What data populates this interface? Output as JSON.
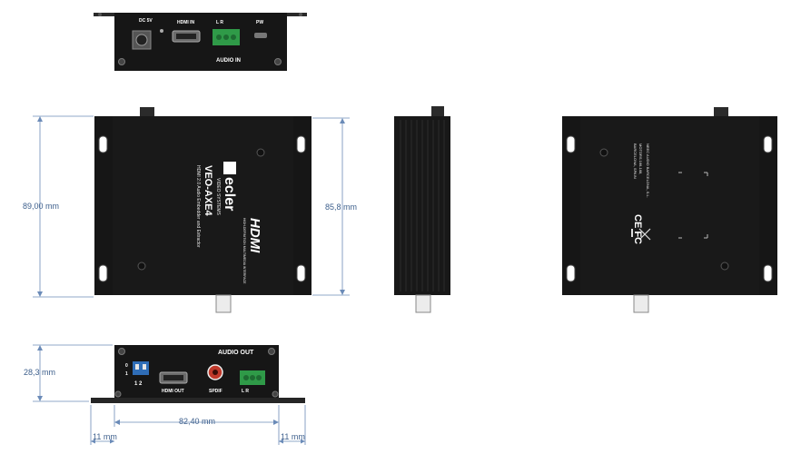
{
  "dimensions": {
    "height_left": "89,00 mm",
    "height_right": "85,8 mm",
    "depth": "28,3 mm",
    "width": "82,40 mm",
    "flange_left": "11 mm",
    "flange_right": "11 mm"
  },
  "top_panel": {
    "dc_label": "DC 5V",
    "hdmi_in_label": "HDMI IN",
    "audio_lr": "L  R",
    "pw_label": "PW",
    "audio_in_label": "AUDIO IN"
  },
  "front": {
    "brand": "ecler",
    "brand_sub": "VIDEO SYSTEMS",
    "model": "VEO-AXE4",
    "description": "HDMI 2.0 Audio Embedder and Extractor",
    "hdmi_logo": "HDMI",
    "hdmi_sub": "HIGH-DEFINITION MULTIMEDIA INTERFACE"
  },
  "back_label": {
    "company": "NEEC AUDIO BARCELONA, S.L.",
    "address1": "MOTORS 166-168,",
    "address2": "BARCELONA, SPAIN",
    "marks": "CE FC"
  },
  "bottom_panel": {
    "audio_out_label": "AUDIO OUT",
    "dip_on": "0",
    "dip_numbers": "1  2",
    "dip_side": "1",
    "hdmi_out_label": "HDMI OUT",
    "spdif_label": "SPDIF",
    "audio_lr": "L     R"
  },
  "colors": {
    "device_body": "#161616",
    "dimension_line": "#6b8bb8",
    "terminal_green": "#2f9a48",
    "dip_blue": "#2f6db6",
    "spdif_red": "#c0392b"
  }
}
